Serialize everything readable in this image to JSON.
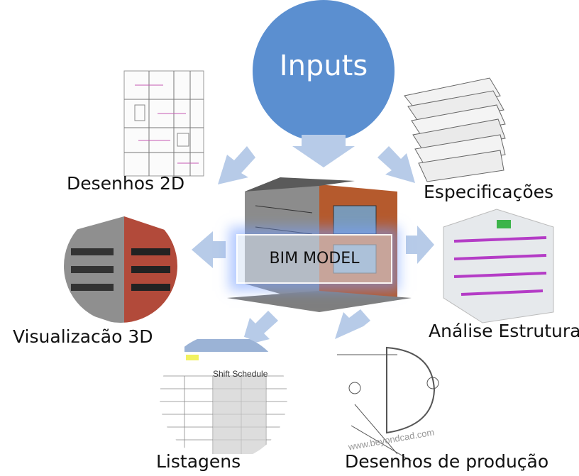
{
  "diagram": {
    "center": {
      "label": "BIM MODEL"
    },
    "inputs": {
      "label": "Inputs",
      "color": "#5b8fd0"
    },
    "arrow_color": "#b7cbe8",
    "outputs": [
      {
        "id": "desenhos-2d",
        "label": "Desenhos 2D"
      },
      {
        "id": "especificacoes",
        "label": "Especificações"
      },
      {
        "id": "visualizacao-3d",
        "label": "Visualizacão 3D"
      },
      {
        "id": "analise-estrutural",
        "label": "Análise Estrutural"
      },
      {
        "id": "listagens",
        "label": "Listagens"
      },
      {
        "id": "desenhos-producao",
        "label": "Desenhos de produção"
      }
    ],
    "schedule": {
      "title": "Shift Schedule"
    },
    "watermark": "www.beyondcad.com"
  }
}
